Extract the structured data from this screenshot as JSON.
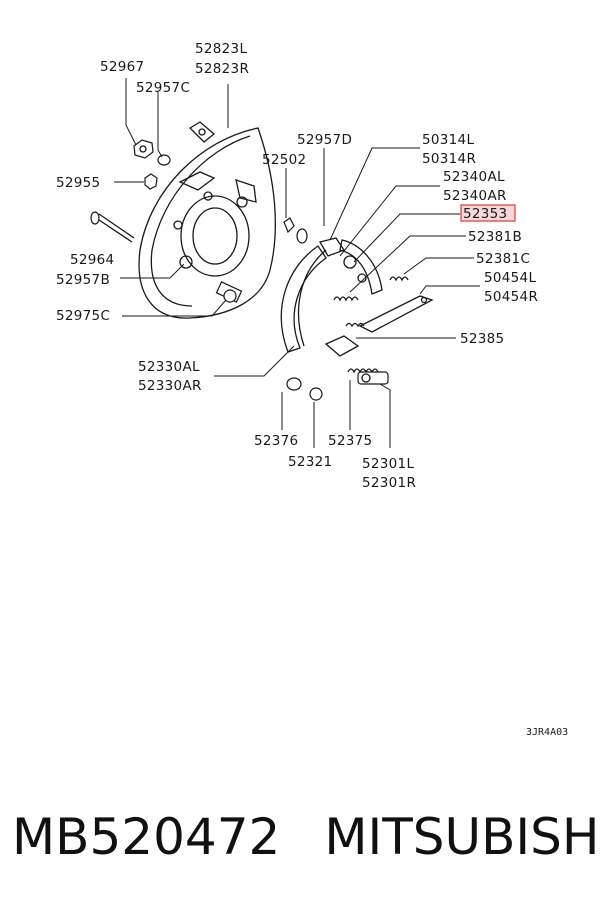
{
  "labels": {
    "p52967": "52967",
    "p52823L": "52823L",
    "p52823R": "52823R",
    "p52957C": "52957C",
    "p52955": "52955",
    "p52964": "52964",
    "p52957B": "52957B",
    "p52975C": "52975C",
    "p52502": "52502",
    "p52957D": "52957D",
    "p50314L": "50314L",
    "p50314R": "50314R",
    "p52340AL": "52340AL",
    "p52340AR": "52340AR",
    "p52353": "52353",
    "p52381B": "52381B",
    "p52381C": "52381C",
    "p50454L": "50454L",
    "p50454R": "50454R",
    "p52385": "52385",
    "p52330AL": "52330AL",
    "p52330AR": "52330AR",
    "p52376": "52376",
    "p52321": "52321",
    "p52375": "52375",
    "p52301L": "52301L",
    "p52301R": "52301R"
  },
  "diagram_code": "3JR4A03",
  "highlighted_part": "52353",
  "footer": {
    "part_number": "MB520472",
    "brand": "MITSUBISHI"
  }
}
